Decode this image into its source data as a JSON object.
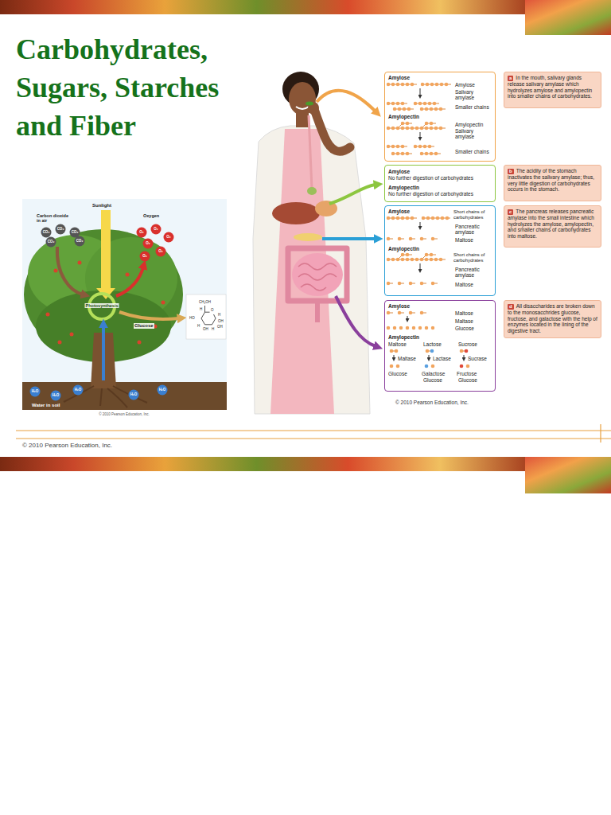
{
  "diagram": {
    "title": "Carbohydrates, Sugars, Starches and Fiber",
    "nodes": [
      {
        "text": [
          "Amylose",
          "Amylose",
          "Salivary amylase",
          "Smaller chains",
          "Amylopectin",
          "Amylopectin",
          "Salivary amylase",
          "Smaller chains"
        ]
      },
      {
        "text": [
          "a",
          "In the mouth, salivary glands release salivary amylase which hydrolyzes amylose and amylopectin into smaller chains of carbohydrates."
        ]
      },
      {
        "text": [
          "Amylose",
          "No further digestion of carbohydrates",
          "Amylopectin",
          "No further digestion of carbohydrates"
        ]
      },
      {
        "text": [
          "b",
          "The acidity of the stomach inactivates the salivary amylase; thus, very little digestion of carbohydrates occurs in the stomach."
        ]
      },
      {
        "text": [
          "Amylose",
          "Short chains of carbohydrates",
          "Pancreatic amylase",
          "Maltose",
          "Amylopectin",
          "Short chains of carbohydrates",
          "Pancreatic amylase",
          "Maltose"
        ]
      },
      {
        "text": [
          "c",
          "The pancreas releases pancreatic amylase into the small intestine which hydrolyzes the amylose, amylopectin, and smaller chains of carbohydrates into maltose."
        ]
      },
      {
        "text": [
          "Amylose",
          "Maltose",
          "Maltase",
          "Glucose",
          "Amylopectin",
          "Maltose",
          "Lactose",
          "Sucrose",
          "Maltase",
          "Lactase",
          "Sucrase",
          "Glucose",
          "Galactose",
          "Fructose",
          "Glucose",
          "Glucose"
        ]
      },
      {
        "text": [
          "d",
          "All disaccharides are broken down to the monosacchrides glucose, fructose, and galactose with the help of enzymes located in the lining of the digestive tract."
        ]
      }
    ],
    "labels": [
      "Sunlight",
      "Carbon dioxide in air",
      "Oxygen",
      "CO₂",
      "CO₂",
      "CO₂",
      "CO₂",
      "CO₂",
      "O₂",
      "O₂",
      "O₂",
      "O₂",
      "O₂",
      "O₂",
      "Photosynthesis",
      "Glucose",
      "H₂O",
      "H₂O",
      "H₂O",
      "H₂O",
      "H₂O",
      "Water in soil",
      "© 2010 Pearson Education, Inc.",
      "CH₂OH",
      "H",
      "O",
      "H",
      "OH",
      "H",
      "HO",
      "OH",
      "H",
      "OH",
      "© 2010 Pearson Education, Inc.",
      "© 2010 Pearson Education, Inc."
    ]
  }
}
